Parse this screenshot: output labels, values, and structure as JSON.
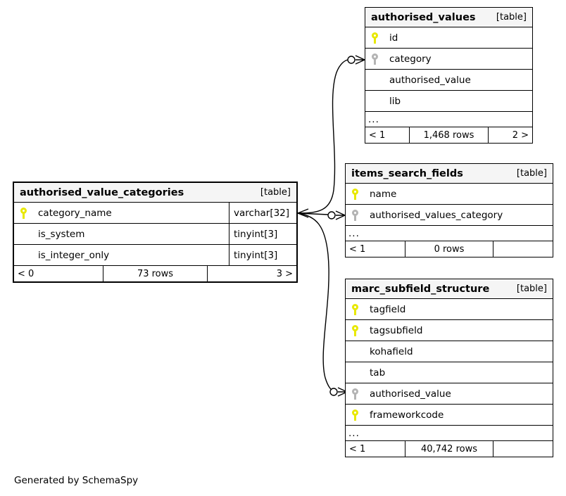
{
  "diagram": {
    "credit": "Generated by SchemaSpy",
    "kind_label": "[table]",
    "ellipsis": "...",
    "key_icons": {
      "primary": "primary-key-icon",
      "foreign": "foreign-key-icon"
    },
    "colors": {
      "primary_key": "#e8e800",
      "foreign_key": "#b4b4b4",
      "header_bg": "#f5f5f5",
      "border": "#000000",
      "background": "#ffffff"
    }
  },
  "tables": [
    {
      "id": "authorised_values",
      "name": "authorised_values",
      "kind": "[table]",
      "columns": [
        {
          "name": "id",
          "key": "primary",
          "type": ""
        },
        {
          "name": "category",
          "key": "foreign",
          "type": ""
        },
        {
          "name": "authorised_value",
          "key": "none",
          "type": ""
        },
        {
          "name": "lib",
          "key": "none",
          "type": ""
        }
      ],
      "has_ellipsis": true,
      "footer": {
        "prev": "< 1",
        "rows": "1,468 rows",
        "next": "2 >"
      }
    },
    {
      "id": "authorised_value_categories",
      "name": "authorised_value_categories",
      "kind": "[table]",
      "columns": [
        {
          "name": "category_name",
          "key": "primary",
          "type": "varchar[32]"
        },
        {
          "name": "is_system",
          "key": "none",
          "type": "tinyint[3]"
        },
        {
          "name": "is_integer_only",
          "key": "none",
          "type": "tinyint[3]"
        }
      ],
      "has_ellipsis": false,
      "footer": {
        "prev": "< 0",
        "rows": "73 rows",
        "next": "3 >"
      }
    },
    {
      "id": "items_search_fields",
      "name": "items_search_fields",
      "kind": "[table]",
      "columns": [
        {
          "name": "name",
          "key": "primary",
          "type": ""
        },
        {
          "name": "authorised_values_category",
          "key": "foreign",
          "type": ""
        }
      ],
      "has_ellipsis": true,
      "footer": {
        "prev": "< 1",
        "rows": "0 rows",
        "next": ""
      }
    },
    {
      "id": "marc_subfield_structure",
      "name": "marc_subfield_structure",
      "kind": "[table]",
      "columns": [
        {
          "name": "tagfield",
          "key": "primary",
          "type": ""
        },
        {
          "name": "tagsubfield",
          "key": "primary",
          "type": ""
        },
        {
          "name": "kohafield",
          "key": "none",
          "type": ""
        },
        {
          "name": "tab",
          "key": "none",
          "type": ""
        },
        {
          "name": "authorised_value",
          "key": "foreign",
          "type": ""
        },
        {
          "name": "frameworkcode",
          "key": "primary",
          "type": ""
        }
      ],
      "has_ellipsis": true,
      "footer": {
        "prev": "< 1",
        "rows": "40,742 rows",
        "next": ""
      }
    }
  ],
  "relationships": [
    {
      "from": "authorised_value_categories.category_name",
      "to": "authorised_values.category"
    },
    {
      "from": "authorised_value_categories.category_name",
      "to": "items_search_fields.authorised_values_category"
    },
    {
      "from": "authorised_value_categories.category_name",
      "to": "marc_subfield_structure.authorised_value"
    }
  ]
}
